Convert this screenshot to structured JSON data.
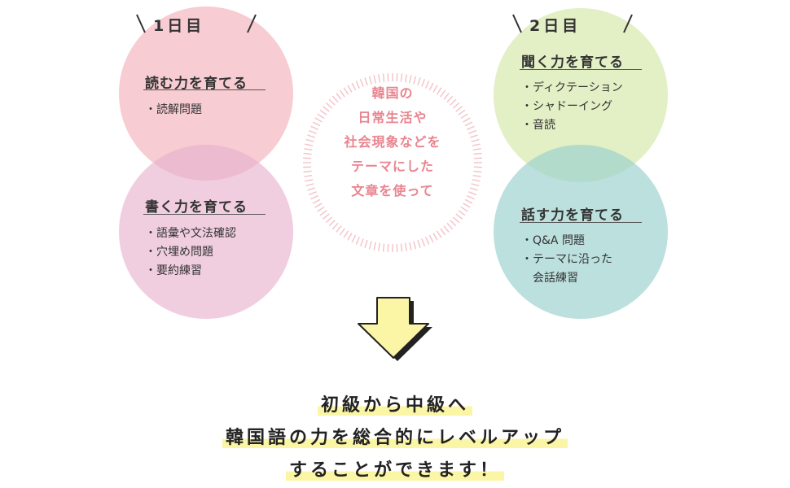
{
  "day1": "1日目",
  "day2": "2日目",
  "skills": {
    "read": {
      "title": "読む力を育てる",
      "items": [
        "・読解問題"
      ]
    },
    "write": {
      "title": "書く力を育てる",
      "items": [
        "・語彙や文法確認",
        "・穴埋め問題",
        "・要約練習"
      ]
    },
    "listen": {
      "title": "聞く力を育てる",
      "items": [
        "・ディクテーション",
        "・シャドーイング",
        "・音読"
      ]
    },
    "speak": {
      "title": "話す力を育てる",
      "items": [
        "・Q&A 問題",
        "・テーマに沿った",
        "　会話練習"
      ]
    }
  },
  "center": {
    "lines": [
      "韓国の",
      "日常生活や",
      "社会現象などを",
      "テーマにした",
      "文章を使って"
    ]
  },
  "bottom": {
    "lines": [
      "初級から中級へ",
      "韓国語の力を総合的にレベルアップ",
      "することができます！"
    ]
  },
  "colors": {
    "read_circle": "#f4b8c0",
    "write_circle": "#e7b0cd",
    "listen_circle": "#dae9b2",
    "speak_circle": "#9cd2cf",
    "center_text": "#e9848f",
    "arrow_fill": "#fbf5a6",
    "highlight": "#fbf5a6"
  },
  "icons": {
    "arrow": "down-arrow-icon",
    "dashed_ring": "dashed-circle-ring"
  }
}
